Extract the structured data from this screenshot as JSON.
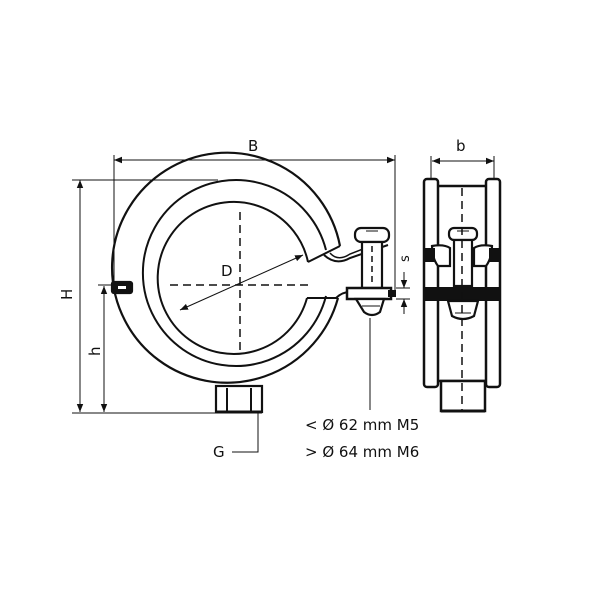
{
  "diagram": {
    "subject": "Pipe clamp with rubber insert, weld nut and closing screw",
    "views": [
      "front-view",
      "side-view"
    ],
    "dimensions": {
      "B": "B",
      "H": "H",
      "h": "h",
      "D": "D",
      "s": "s",
      "b": "b",
      "G": "G"
    },
    "notes": [
      "< Ø 62 mm M5",
      "> Ø 64 mm M6"
    ],
    "colors": {
      "line": "#111111",
      "background": "#ffffff"
    }
  }
}
